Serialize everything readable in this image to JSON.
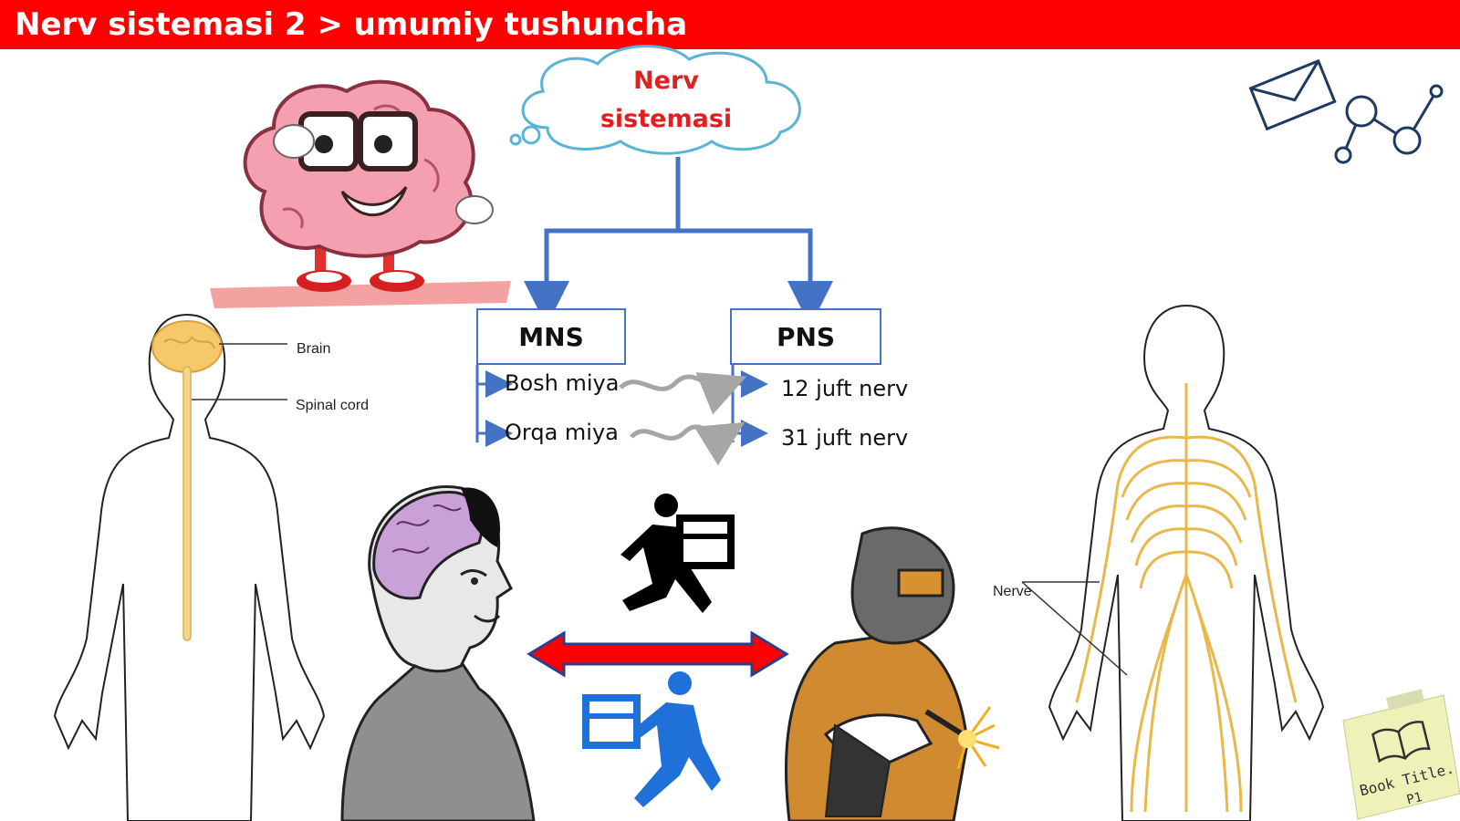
{
  "header": {
    "title": "Nerv sistemasi 2 > umumiy tushuncha"
  },
  "cloud": {
    "line1": "Nerv",
    "line2": "sistemasi"
  },
  "mns": {
    "label": "MNS",
    "items": [
      "Bosh miya",
      "Orqa miya"
    ]
  },
  "pns": {
    "label": "PNS",
    "items": [
      "12 juft nerv",
      "31 juft nerv"
    ]
  },
  "anatomy_left": {
    "brain_label": "Brain",
    "spinal_label": "Spinal cord"
  },
  "anatomy_right": {
    "nerve_label": "Nerve"
  },
  "sticky_note": {
    "line1": "Book Title.",
    "line2": "P1"
  },
  "colors": {
    "header": "#ff0000",
    "diagram_blue": "#4472c4",
    "cloud_text": "#e02020",
    "arrow_red": "#ff0000",
    "nerve_yellow": "#e8b84a"
  },
  "icons": [
    "brain-mascot-icon",
    "envelope-icon",
    "molecule-icon",
    "running-courier-icon",
    "welder-icon",
    "open-book-icon"
  ]
}
